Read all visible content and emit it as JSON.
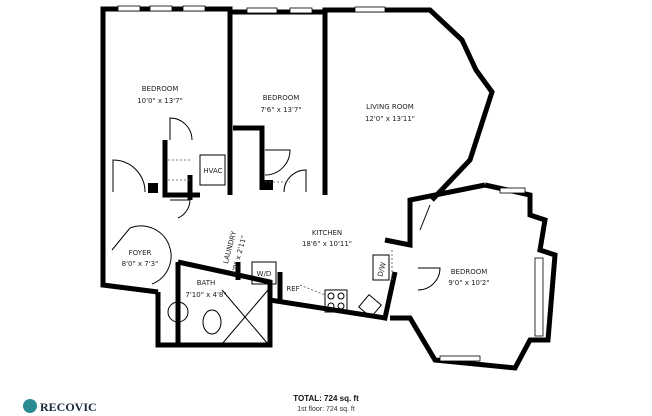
{
  "rooms": {
    "bedroom1": {
      "name": "BEDROOM",
      "size": "10'0\" x 13'7\""
    },
    "bedroom2": {
      "name": "BEDROOM",
      "size": "7'6\" x 13'7\""
    },
    "living": {
      "name": "LIVING ROOM",
      "size": "12'0\" x 13'11\""
    },
    "kitchen": {
      "name": "KITCHEN",
      "size": "18'6\" x 10'11\""
    },
    "foyer": {
      "name": "FOYER",
      "size": "8'0\" x 7'3\""
    },
    "laundry": {
      "name": "LAUNDRY",
      "size": "3'0\" x 2'11\""
    },
    "bath": {
      "name": "BATH",
      "size": "7'10\" x 4'8\""
    },
    "bedroom3": {
      "name": "BEDROOM",
      "size": "9'0\" x 10'2\""
    }
  },
  "fixtures": {
    "hvac": "HVAC",
    "wd": "W/D",
    "ref": "REF",
    "dw": "D/W"
  },
  "footer": {
    "total": "TOTAL: 724 sq. ft",
    "floor": "1st floor: 724 sq. ft",
    "logo": "RECOVIC"
  },
  "colors": {
    "wall": "#000000",
    "logo": "#2a8a8f"
  }
}
